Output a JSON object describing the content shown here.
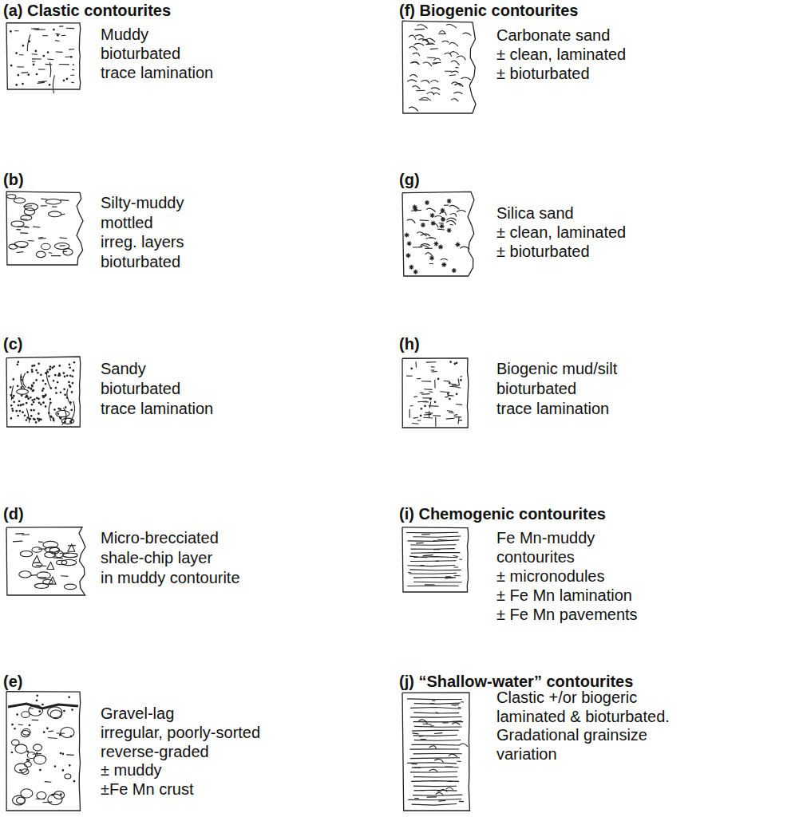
{
  "diagram": {
    "labels": [
      "(a) Clastic contourites",
      "Muddy",
      "bioturbated",
      "trace lamination",
      "(b)",
      "Silty-muddy",
      "mottled",
      "irreg. layers",
      "bioturbated",
      "(c)",
      "Sandy",
      "bioturbated",
      "trace lamination",
      "(d)",
      "Micro-brecciated",
      "shale-chip layer",
      "in muddy contourite",
      "(e)",
      "Gravel-lag",
      "irregular, poorly-sorted",
      "reverse-graded",
      "± muddy",
      "±Fe Mn crust",
      "(f) Biogenic contourites",
      "Carbonate sand",
      "± clean, laminated",
      "± bioturbated",
      "(g)",
      "Silica sand",
      "± clean, laminated",
      "± bioturbated",
      "(h)",
      "Biogenic mud/silt",
      "bioturbated",
      "trace lamination",
      "(i) Chemogenic contourites",
      "Fe Mn-muddy",
      "contourites",
      "± micronodules",
      "± Fe Mn lamination",
      "± Fe Mn pavements",
      "(j) “Shallow-water” contourites",
      "Clastic +/or biogeric",
      "laminated & bioturbated.",
      "Gradational grainsize",
      "variation"
    ]
  }
}
